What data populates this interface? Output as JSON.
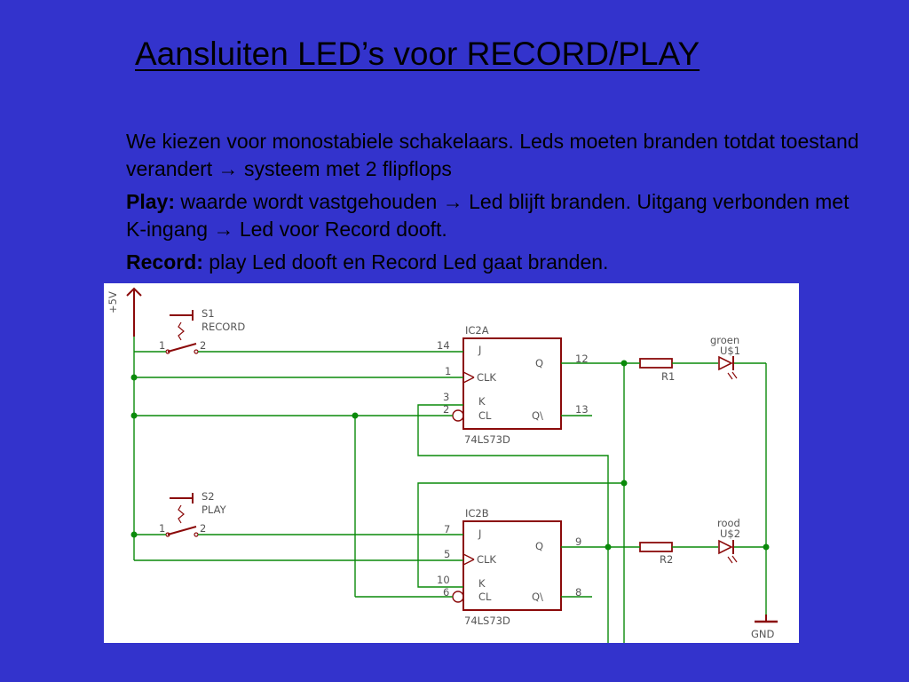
{
  "slide": {
    "title": "Aansluiten LED’s voor RECORD/PLAY",
    "paragraphs": [
      {
        "lead": "",
        "text": "We kiezen voor monostabiele schakelaars. Leds moeten branden totdat toestand verandert → systeem met 2 flipflops"
      },
      {
        "lead": "Play:",
        "text": " waarde wordt vastgehouden → Led blijft branden. Uitgang verbonden met K-ingang → Led voor Record dooft."
      },
      {
        "lead": "Record:",
        "text": " play Led dooft en Record Led gaat branden."
      }
    ]
  },
  "schematic": {
    "supply_label": "+5V",
    "ground_label": "GND",
    "switches": [
      {
        "ref": "S1",
        "name": "RECORD",
        "pin1": "1",
        "pin2": "2"
      },
      {
        "ref": "S2",
        "name": "PLAY",
        "pin1": "1",
        "pin2": "2"
      }
    ],
    "flipflops": [
      {
        "ref": "IC2A",
        "part": "74LS73D",
        "pin_j": "14",
        "pin_clk": "1",
        "pin_k": "3",
        "pin_cl": "2",
        "pin_q": "12",
        "pin_qn": "13",
        "label_j": "J",
        "label_clk": "CLK",
        "label_k": "K",
        "label_cl": "CL",
        "label_q": "Q",
        "label_qn": "Q\\"
      },
      {
        "ref": "IC2B",
        "part": "74LS73D",
        "pin_j": "7",
        "pin_clk": "5",
        "pin_k": "10",
        "pin_cl": "6",
        "pin_q": "9",
        "pin_qn": "8",
        "label_j": "J",
        "label_clk": "CLK",
        "label_k": "K",
        "label_cl": "CL",
        "label_q": "Q",
        "label_qn": "Q\\"
      }
    ],
    "resistors": [
      {
        "ref": "R1"
      },
      {
        "ref": "R2"
      }
    ],
    "leds": [
      {
        "ref": "U$1",
        "color": "groen"
      },
      {
        "ref": "U$2",
        "color": "rood"
      }
    ],
    "colors": {
      "wire": "#0a8a0a",
      "part": "#8b0a0a",
      "text": "#555555",
      "background": "#3333CC"
    }
  }
}
